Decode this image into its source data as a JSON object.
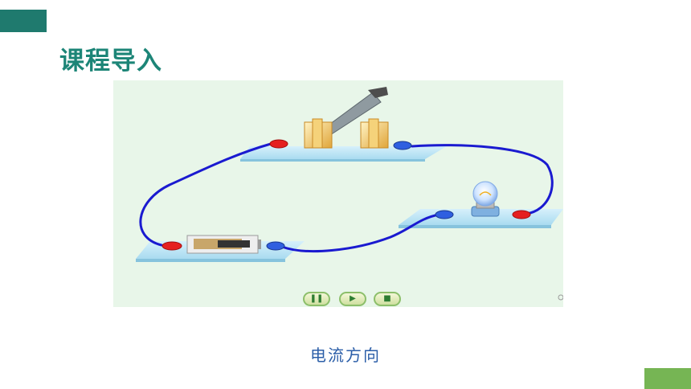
{
  "slide": {
    "title": "课程导入",
    "caption": "电流方向"
  },
  "simulation": {
    "controls": [
      {
        "name": "pause",
        "glyph": "❚❚"
      },
      {
        "name": "play",
        "glyph": "▶"
      },
      {
        "name": "stop",
        "glyph": "■"
      }
    ]
  },
  "colors": {
    "accent_dark": "#1f7a6e",
    "title": "#1c8577",
    "caption": "#2b5ea8",
    "wire": "#1a1ad0",
    "next_tab": "#76b554"
  }
}
